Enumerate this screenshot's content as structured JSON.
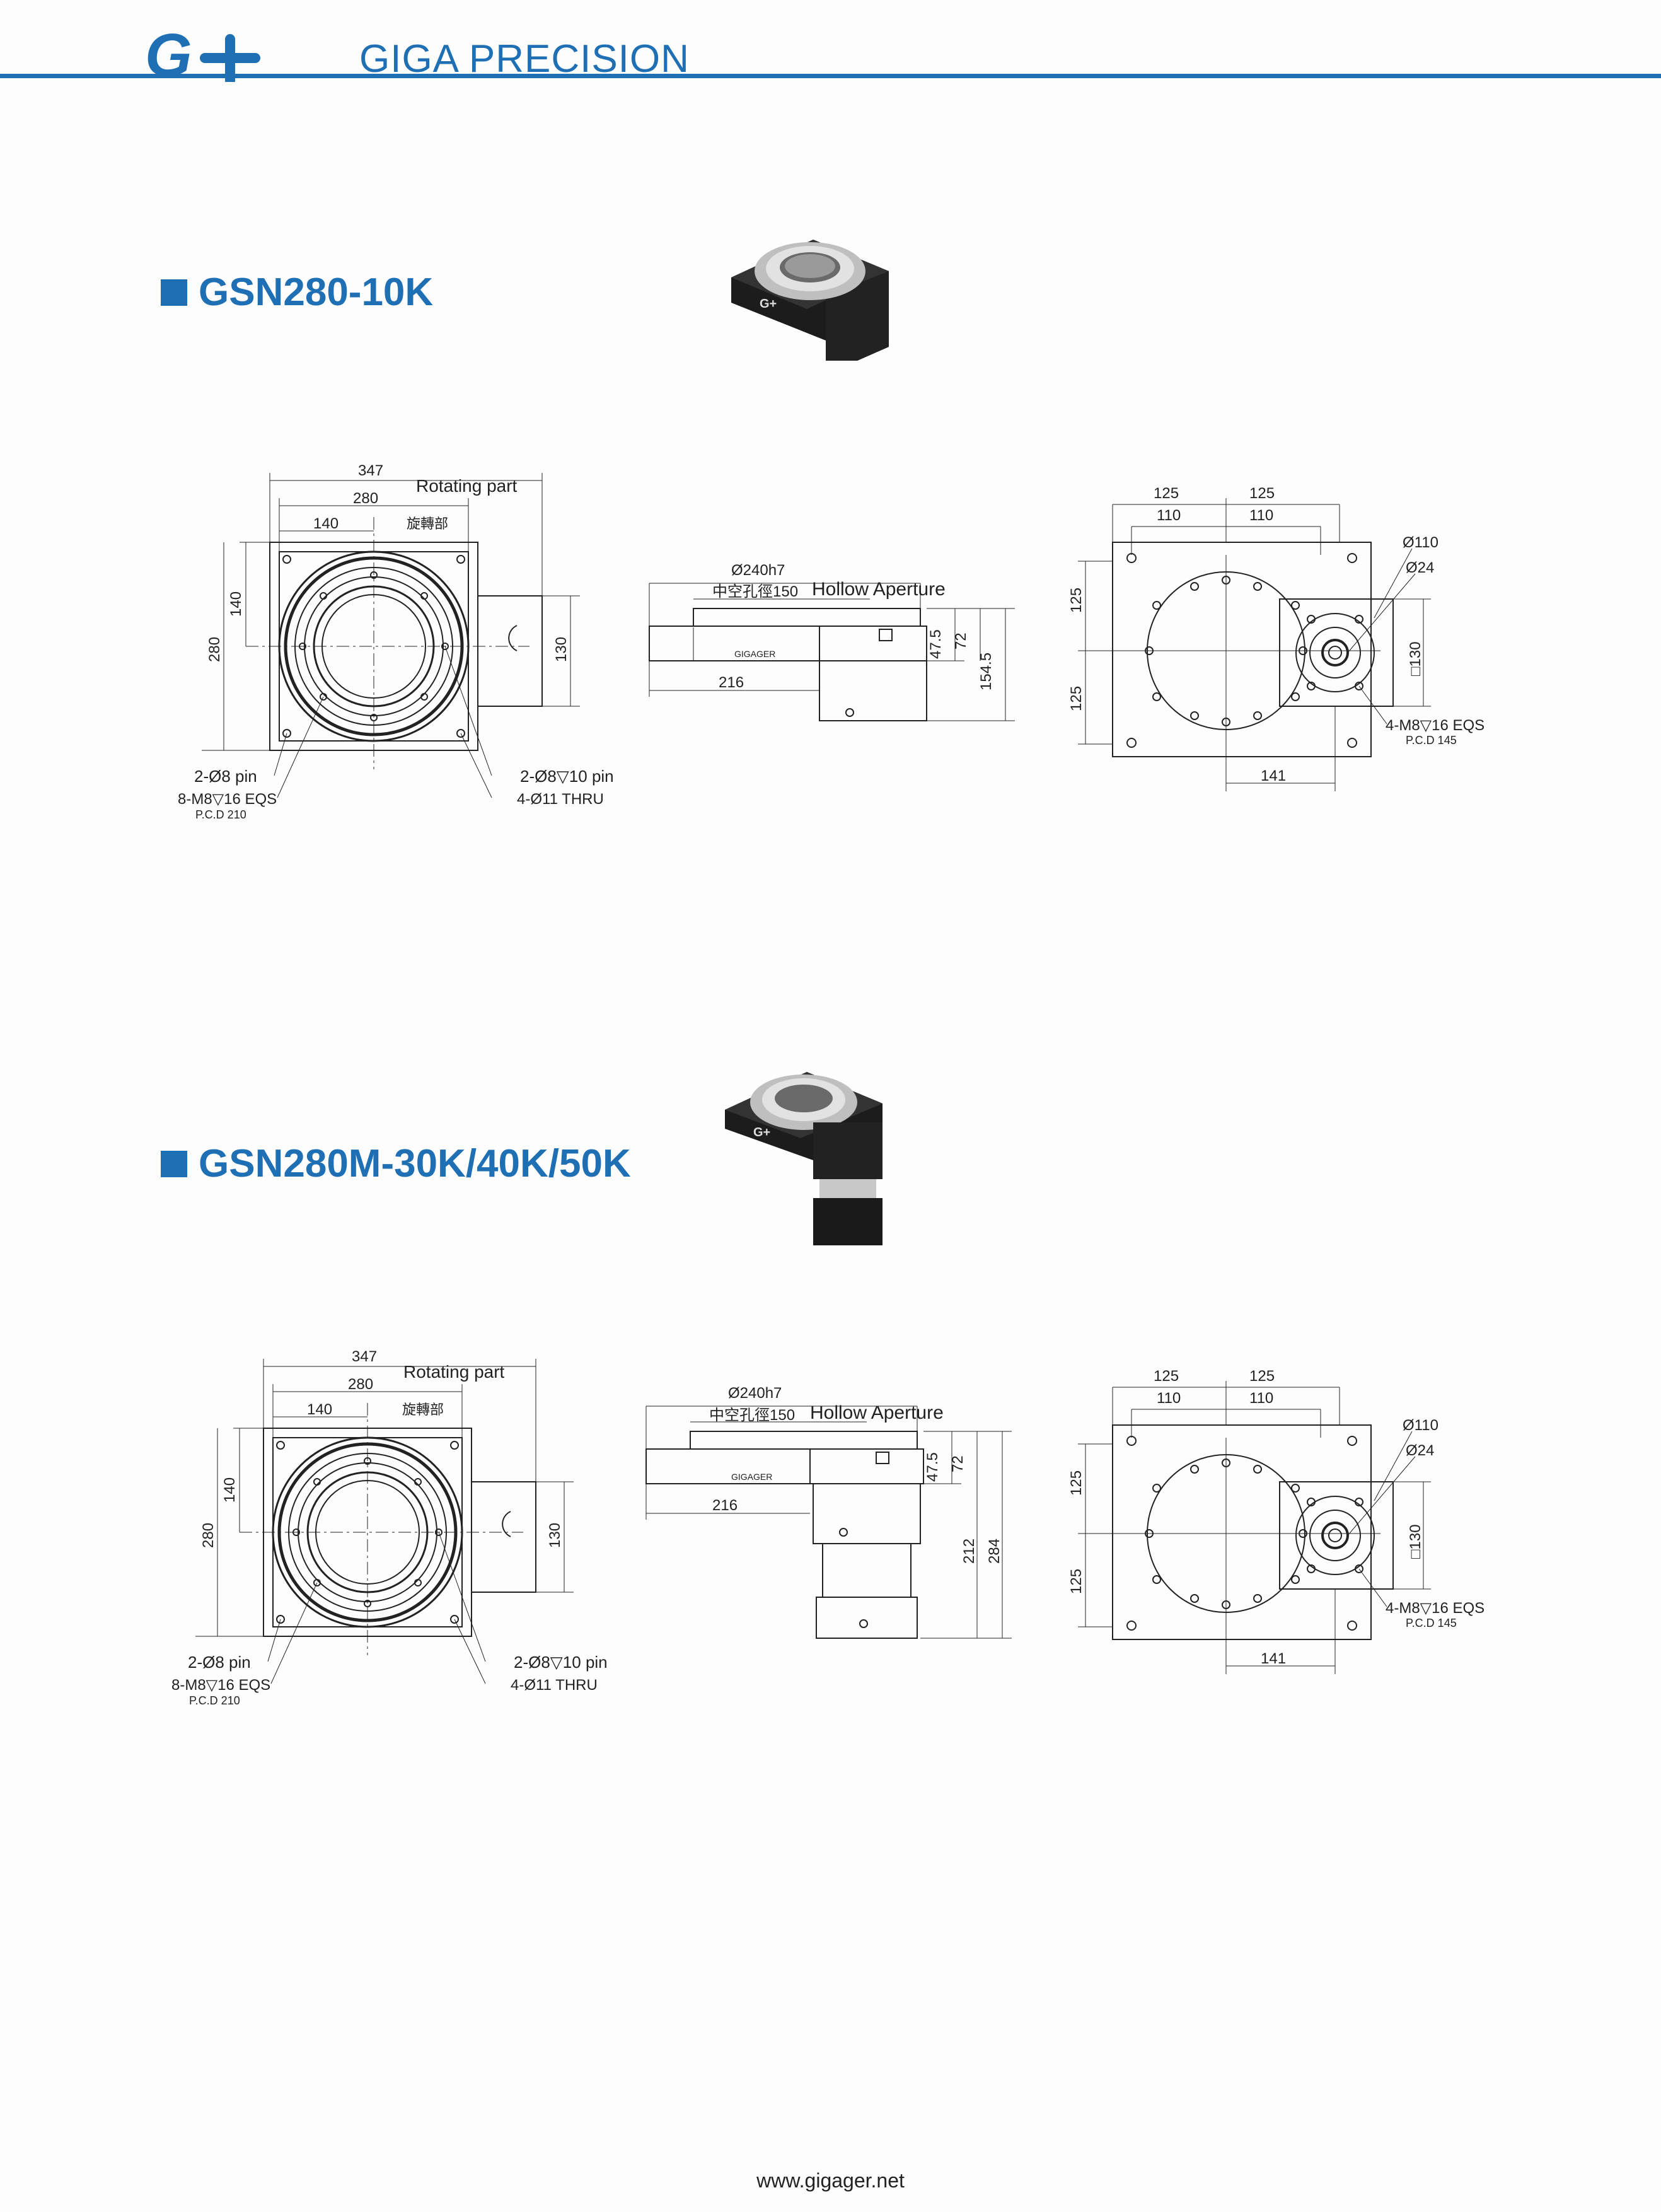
{
  "header": {
    "brand": "GIGA PRECISION",
    "logo_icon": "g-plus-logo-icon",
    "accent_color": "#1f6fb5"
  },
  "sections": [
    {
      "model": "GSN280-10K",
      "top_view": {
        "dim_overall": "347",
        "dim_rotating_width": "280",
        "rotating_label": "Rotating part",
        "dim_half": "140",
        "rotating_label_cn": "旋轉部",
        "dim_height_half": "140",
        "dim_height": "280",
        "dim_motor_flange": "130",
        "pin_label": "2-Ø8 pin",
        "tap_label": "8-M8▽16 EQS",
        "pcd_label": "P.C.D 210",
        "pin_depth_label": "2-Ø8▽10 pin",
        "thru_label": "4-Ø11 THRU"
      },
      "side_view": {
        "bore_fit": "Ø240h7",
        "hollow_cn": "中空孔徑150",
        "hollow_label": "Hollow Aperture",
        "brand_text": "GIGAGER",
        "dim_47_5": "47.5",
        "dim_72": "72",
        "dim_total": "154.5",
        "dim_216": "216"
      },
      "bottom_view": {
        "dim_125_left": "125",
        "dim_125_right": "125",
        "dim_110_left": "110",
        "dim_110_right": "110",
        "dim_phi110": "Ø110",
        "dim_phi24": "Ø24",
        "dim_v125_top": "125",
        "dim_v125_bottom": "125",
        "dim_square130": "□130",
        "tap_label": "4-M8▽16 EQS",
        "pcd_label": "P.C.D 145",
        "dim_141": "141"
      }
    },
    {
      "model": "GSN280M-30K/40K/50K",
      "top_view": {
        "dim_overall": "347",
        "dim_rotating_width": "280",
        "rotating_label": "Rotating part",
        "dim_half": "140",
        "rotating_label_cn": "旋轉部",
        "dim_height_half": "140",
        "dim_height": "280",
        "dim_motor_flange": "130",
        "pin_label": "2-Ø8 pin",
        "tap_label": "8-M8▽16 EQS",
        "pcd_label": "P.C.D 210",
        "pin_depth_label": "2-Ø8▽10 pin",
        "thru_label": "4-Ø11 THRU"
      },
      "side_view": {
        "bore_fit": "Ø240h7",
        "hollow_cn": "中空孔徑150",
        "hollow_label": "Hollow Aperture",
        "brand_text": "GIGAGER",
        "dim_47_5": "47.5",
        "dim_72": "72",
        "dim_212": "212",
        "dim_total": "284",
        "dim_216": "216"
      },
      "bottom_view": {
        "dim_125_left": "125",
        "dim_125_right": "125",
        "dim_110_left": "110",
        "dim_110_right": "110",
        "dim_phi110": "Ø110",
        "dim_phi24": "Ø24",
        "dim_v125_top": "125",
        "dim_v125_bottom": "125",
        "dim_square130": "□130",
        "tap_label": "4-M8▽16 EQS",
        "pcd_label": "P.C.D 145",
        "dim_141": "141"
      }
    }
  ],
  "footer": {
    "url": "www.gigager.net"
  }
}
